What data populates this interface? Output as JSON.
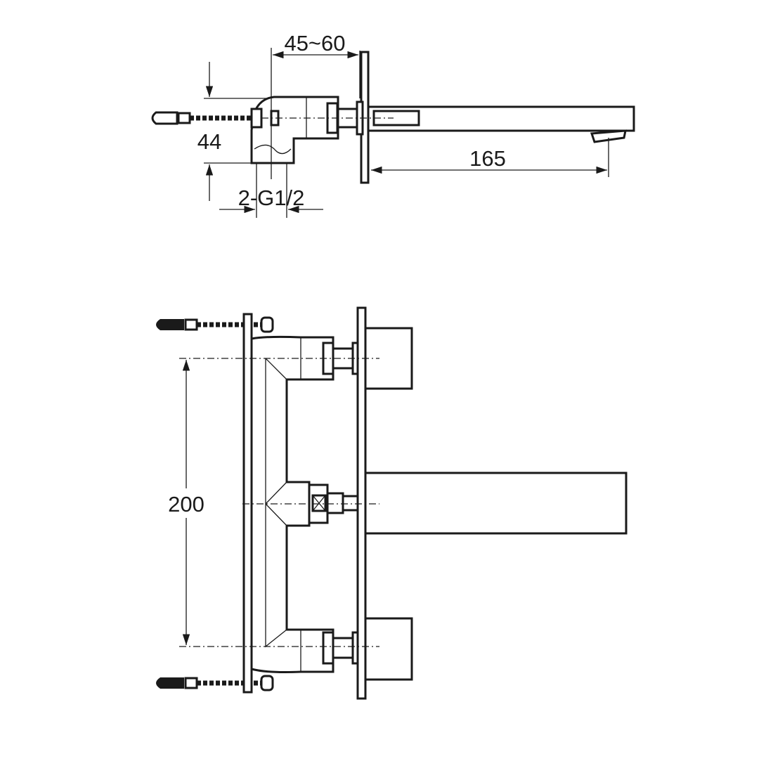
{
  "drawing": {
    "top_view": {
      "dim_depth": "45~60",
      "dim_height": "44",
      "dim_thread": "2-G1/2",
      "dim_spout": "165"
    },
    "front_view": {
      "dim_spacing": "200"
    }
  }
}
